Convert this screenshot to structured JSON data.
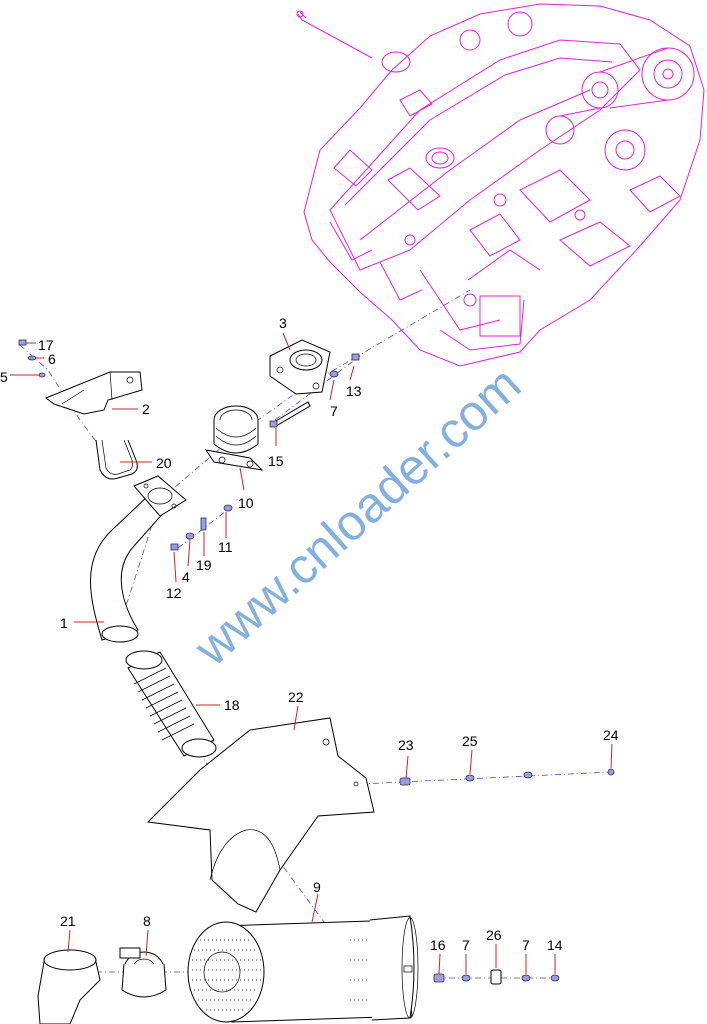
{
  "watermark": "www.cnloader.com",
  "callouts": {
    "c1": "1",
    "c2": "2",
    "c3": "3",
    "c4": "4",
    "c5": "5",
    "c6": "6",
    "c7a": "7",
    "c7b": "7",
    "c7c": "7",
    "c8": "8",
    "c9": "9",
    "c10": "10",
    "c11": "11",
    "c12": "12",
    "c13": "13",
    "c14": "14",
    "c15": "15",
    "c16": "16",
    "c17": "17",
    "c18": "18",
    "c19": "19",
    "c20": "20",
    "c21": "21",
    "c22": "22",
    "c23": "23",
    "c24": "24",
    "c25": "25",
    "c26": "26"
  },
  "colors": {
    "engine_outline": "#e020e0",
    "leader_lines": "#d42020",
    "center_lines": "#3b4fd0",
    "watermark": "#6fa3dc"
  }
}
